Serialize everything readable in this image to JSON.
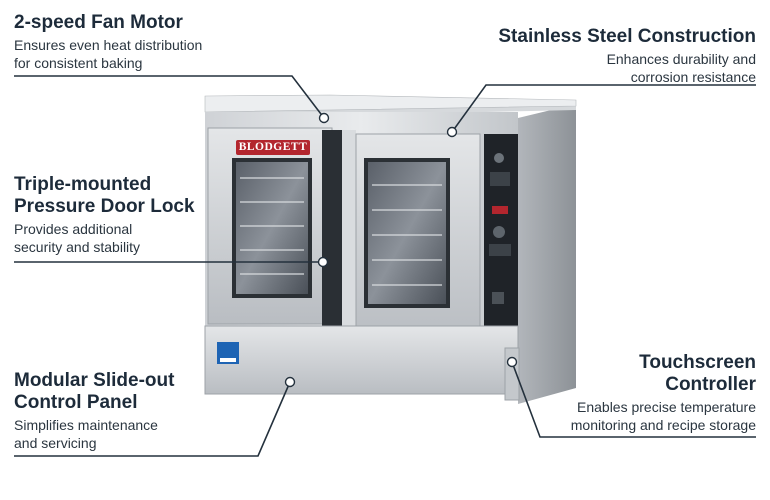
{
  "brand": "BLODGETT",
  "features": [
    {
      "title_lines": [
        "2-speed Fan Motor"
      ],
      "description_lines": [
        "Ensures even heat distribution",
        "for consistent baking"
      ]
    },
    {
      "title_lines": [
        "Stainless Steel Construction"
      ],
      "description_lines": [
        "Enhances durability and",
        "corrosion resistance"
      ]
    },
    {
      "title_lines": [
        "Triple-mounted",
        "Pressure Door Lock"
      ],
      "description_lines": [
        "Provides additional",
        "security and stability"
      ]
    },
    {
      "title_lines": [
        "Modular Slide-out",
        "Control Panel"
      ],
      "description_lines": [
        "Simplifies maintenance",
        "and servicing"
      ]
    },
    {
      "title_lines": [
        "Touchscreen",
        "Controller"
      ],
      "description_lines": [
        "Enables precise temperature",
        "monitoring and recipe storage"
      ]
    }
  ],
  "colors": {
    "text": "#1d2b3a",
    "line": "#24313d",
    "steel": "#c9ccd0",
    "brand_red": "#b3262e"
  }
}
